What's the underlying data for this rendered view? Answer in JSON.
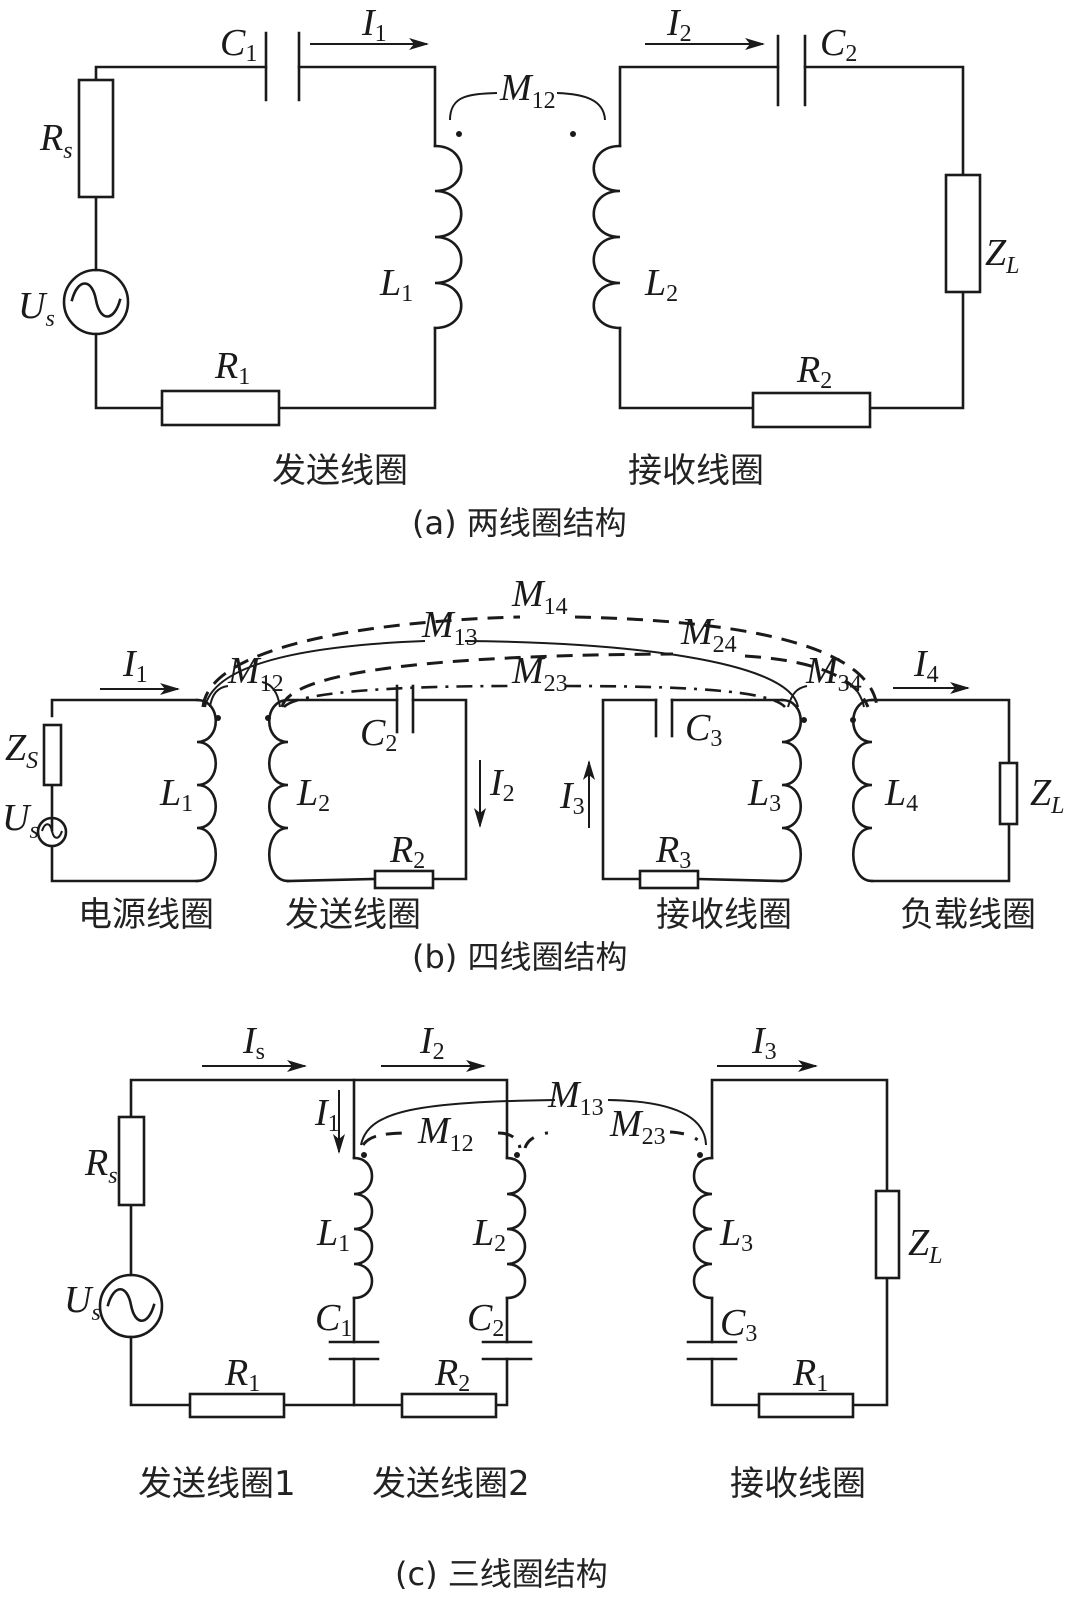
{
  "figure": {
    "line_color": "#1a1a1a",
    "background": "#ffffff"
  },
  "a": {
    "caption": "(a) 两线圈结构",
    "labels": {
      "transmit_coil": "发送线圈",
      "receive_coil": "接收线圈"
    },
    "components": {
      "Rs": {
        "main": "R",
        "sub": "s"
      },
      "Us": {
        "main": "U",
        "sub": "s"
      },
      "C1": {
        "main": "C",
        "sub": "1"
      },
      "I1": {
        "main": "I",
        "sub": "1"
      },
      "L1": {
        "main": "L",
        "sub": "1"
      },
      "R1": {
        "main": "R",
        "sub": "1"
      },
      "M12": {
        "main": "M",
        "sub": "12"
      },
      "I2": {
        "main": "I",
        "sub": "2"
      },
      "C2": {
        "main": "C",
        "sub": "2"
      },
      "L2": {
        "main": "L",
        "sub": "2"
      },
      "ZL": {
        "main": "Z",
        "sub": "L"
      },
      "R2": {
        "main": "R",
        "sub": "2"
      }
    }
  },
  "b": {
    "caption": "(b) 四线圈结构",
    "labels": {
      "source_coil": "电源线圈",
      "transmit_coil": "发送线圈",
      "receive_coil": "接收线圈",
      "load_coil": "负载线圈"
    },
    "components": {
      "ZS": {
        "main": "Z",
        "sub": "S"
      },
      "Us": {
        "main": "U",
        "sub": "s"
      },
      "I1": {
        "main": "I",
        "sub": "1"
      },
      "L1": {
        "main": "L",
        "sub": "1"
      },
      "L2": {
        "main": "L",
        "sub": "2"
      },
      "C2": {
        "main": "C",
        "sub": "2"
      },
      "I2": {
        "main": "I",
        "sub": "2"
      },
      "R2": {
        "main": "R",
        "sub": "2"
      },
      "C3": {
        "main": "C",
        "sub": "3"
      },
      "I3": {
        "main": "I",
        "sub": "3"
      },
      "L3": {
        "main": "L",
        "sub": "3"
      },
      "R3": {
        "main": "R",
        "sub": "3"
      },
      "L4": {
        "main": "L",
        "sub": "4"
      },
      "I4": {
        "main": "I",
        "sub": "4"
      },
      "ZL": {
        "main": "Z",
        "sub": "L"
      },
      "M12": {
        "main": "M",
        "sub": "12"
      },
      "M13": {
        "main": "M",
        "sub": "13"
      },
      "M14": {
        "main": "M",
        "sub": "14"
      },
      "M23": {
        "main": "M",
        "sub": "23"
      },
      "M24": {
        "main": "M",
        "sub": "24"
      },
      "M34": {
        "main": "M",
        "sub": "34"
      }
    }
  },
  "c": {
    "caption": "(c) 三线圈结构",
    "labels": {
      "transmit_coil_1": "发送线圈1",
      "transmit_coil_2": "发送线圈2",
      "receive_coil": "接收线圈"
    },
    "components": {
      "Is": {
        "main": "I",
        "sub": "s"
      },
      "I2": {
        "main": "I",
        "sub": "2"
      },
      "I3": {
        "main": "I",
        "sub": "3"
      },
      "I1": {
        "main": "I",
        "sub": "1"
      },
      "Rs": {
        "main": "R",
        "sub": "s"
      },
      "Us": {
        "main": "U",
        "sub": "s"
      },
      "L1": {
        "main": "L",
        "sub": "1"
      },
      "L2": {
        "main": "L",
        "sub": "2"
      },
      "L3": {
        "main": "L",
        "sub": "3"
      },
      "C1": {
        "main": "C",
        "sub": "1"
      },
      "C2": {
        "main": "C",
        "sub": "2"
      },
      "C3": {
        "main": "C",
        "sub": "3"
      },
      "R1": {
        "main": "R",
        "sub": "1"
      },
      "R2": {
        "main": "R",
        "sub": "2"
      },
      "R1_receive": {
        "main": "R",
        "sub": "1"
      },
      "ZL": {
        "main": "Z",
        "sub": "L"
      },
      "M12": {
        "main": "M",
        "sub": "12"
      },
      "M13": {
        "main": "M",
        "sub": "13"
      },
      "M23": {
        "main": "M",
        "sub": "23"
      }
    }
  }
}
